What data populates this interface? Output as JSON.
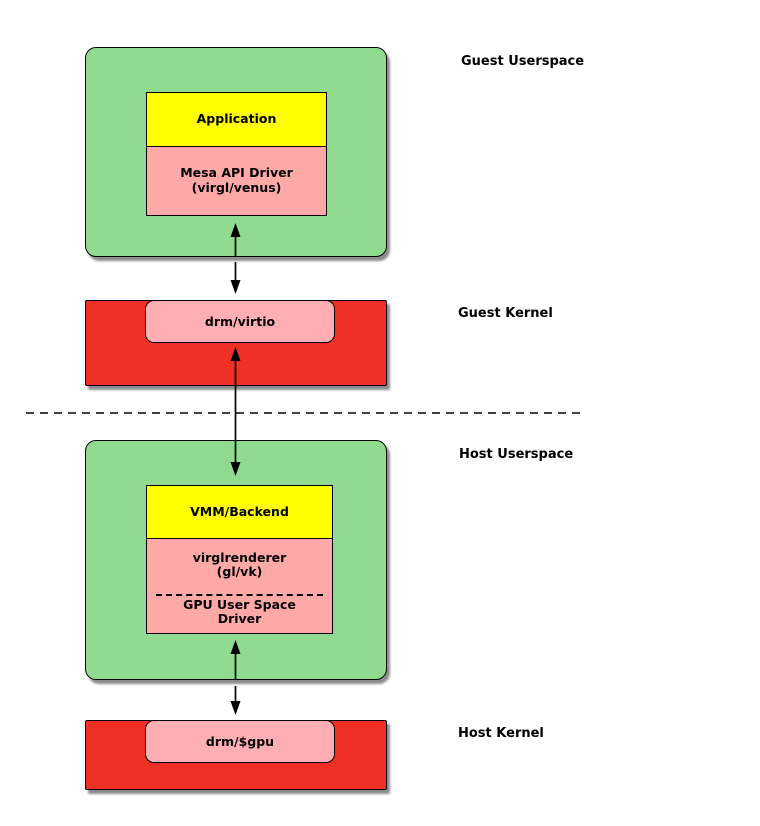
{
  "diagram": {
    "title_hint": "virtio-gpu / virglrenderer stack diagram",
    "colors": {
      "userspace_green": "#90db90",
      "kernel_red": "#ee3124",
      "driver_pink": "#ffa8a8",
      "drm_pink": "#ffaeb3",
      "app_yellow": "#ffff00",
      "line_black": "#000000",
      "background": "#ffffff"
    },
    "guest": {
      "userspace_label": "Guest Userspace",
      "kernel_label": "Guest Kernel",
      "application": "Application",
      "mesa_line1": "Mesa API Driver",
      "mesa_line2": "(virgl/venus)",
      "drm": "drm/virtio"
    },
    "host": {
      "userspace_label": "Host Userspace",
      "kernel_label": "Host Kernel",
      "vmm": "VMM/Backend",
      "virgl_line1": "virglrenderer",
      "virgl_line2": "(gl/vk)",
      "gpu_driver_line1": "GPU User Space",
      "gpu_driver_line2": "Driver",
      "drm": "drm/$gpu"
    }
  }
}
